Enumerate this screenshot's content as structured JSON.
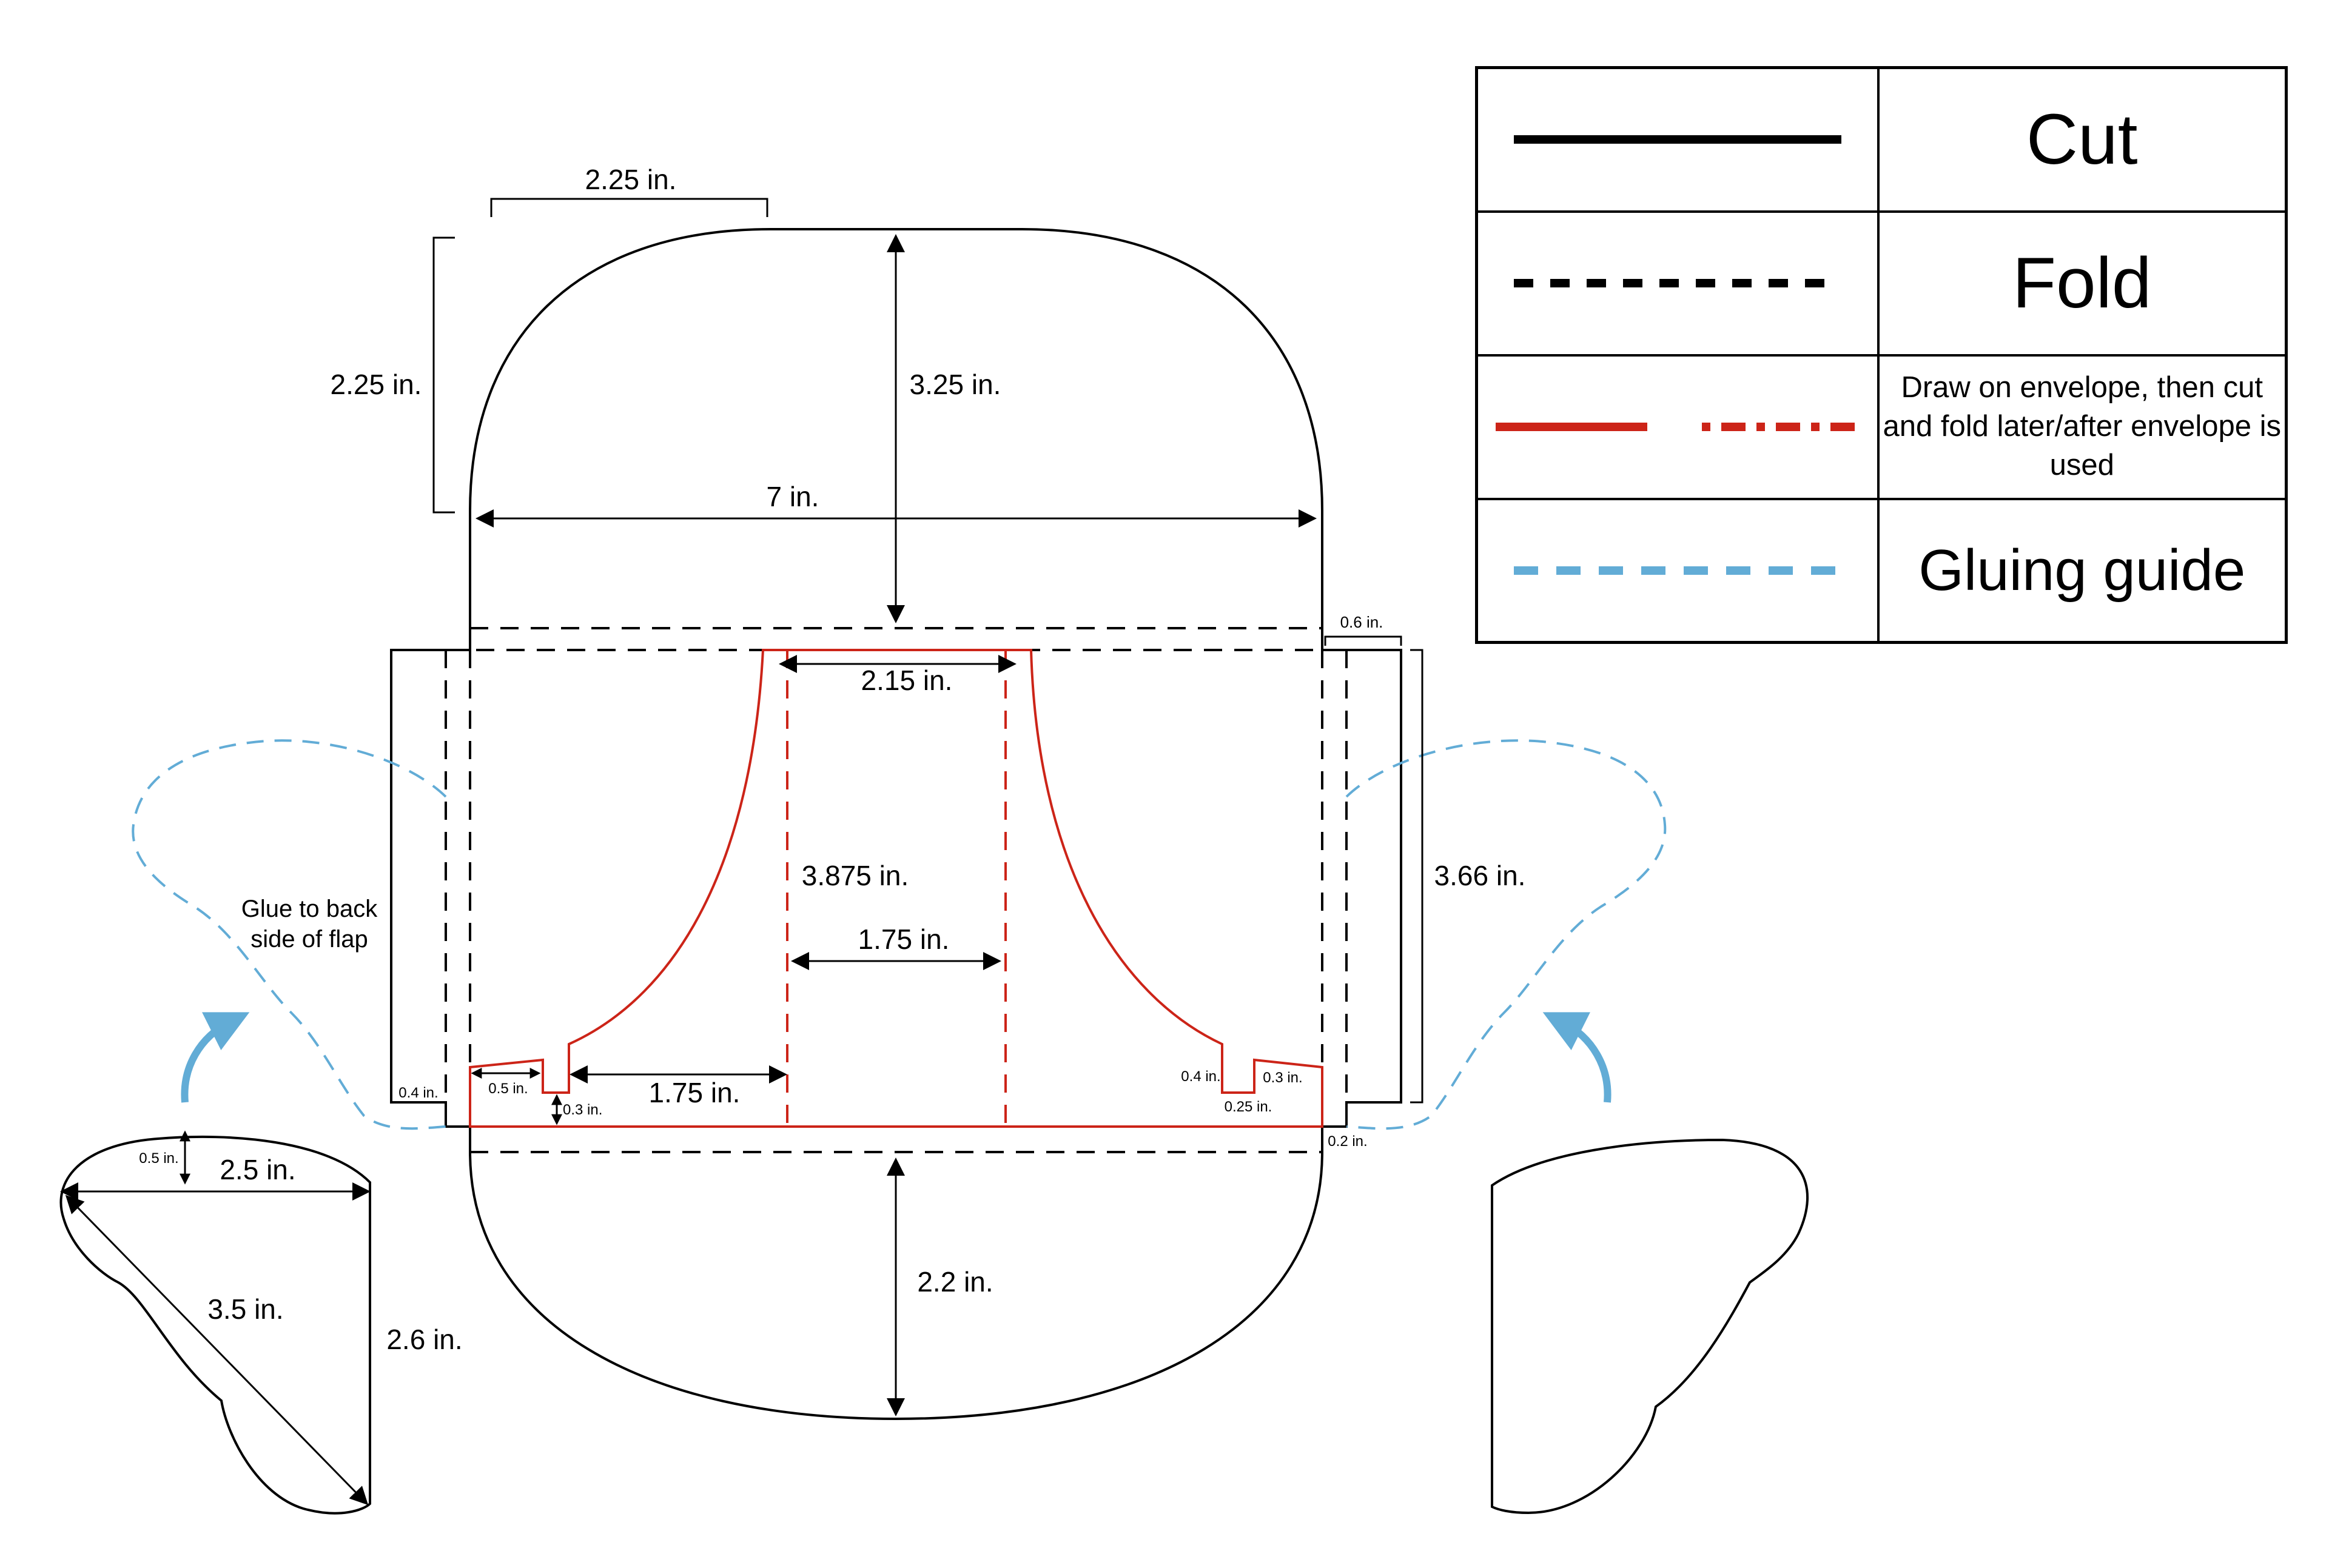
{
  "legend": {
    "items": [
      {
        "id": "cut",
        "label": "Cut",
        "line_color": "#000000",
        "style": "solid"
      },
      {
        "id": "fold",
        "label": "Fold",
        "line_color": "#000000",
        "style": "dashed"
      },
      {
        "id": "draw",
        "label": "Draw on envelope, then cut and fold later/after envelope is used",
        "line_color": "#cc2418",
        "style": "solid-and-dashed"
      },
      {
        "id": "glue",
        "label": "Gluing guide",
        "line_color": "#62acd6",
        "style": "dashed"
      }
    ]
  },
  "colors": {
    "cut": "#000000",
    "fold": "#000000",
    "draw": "#cc2418",
    "glue": "#62acd6",
    "background": "#ffffff"
  },
  "dimensions": {
    "top_flap_corner_width": "2.25 in.",
    "top_flap_corner_height": "2.25 in.",
    "top_flap_height": "3.25 in.",
    "envelope_width": "7 in.",
    "side_flap_width": "0.6 in.",
    "side_flap_height": "3.66 in.",
    "window_top_width": "2.15 in.",
    "window_height": "3.875 in.",
    "window_inner_width": "1.75 in.",
    "bottom_left_width": "1.75 in.",
    "left_notch_width": "0.5 in.",
    "left_notch_height": "0.3 in.",
    "right_notch_left_height": "0.4 in.",
    "right_notch_right_height": "0.3 in.",
    "right_notch_width": "0.25 in.",
    "left_side_gap": "0.4 in.",
    "right_side_gap": "0.2 in.",
    "bottom_flap_height": "2.2 in.",
    "wing_top_offset": "0.5 in.",
    "wing_width": "2.5 in.",
    "wing_diagonal": "3.5 in.",
    "wing_height": "2.6 in."
  },
  "annotations": {
    "glue_note_line1": "Glue to back",
    "glue_note_line2": "side of flap"
  }
}
